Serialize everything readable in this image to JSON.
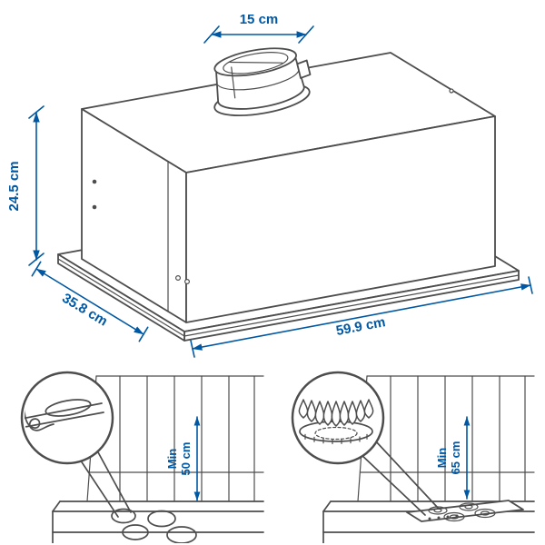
{
  "diagram": {
    "dim_duct": "15 cm",
    "dim_height": "24.5 cm",
    "dim_depth": "35.8 cm",
    "dim_width": "59.9 cm"
  },
  "clearance_electric": {
    "min_label": "Min",
    "value": "50 cm"
  },
  "clearance_gas": {
    "min_label": "Min",
    "value": "65 cm"
  },
  "colors": {
    "dimension_blue": "#0058a3",
    "drawing_gray": "#4d4d4d",
    "background": "#ffffff"
  }
}
